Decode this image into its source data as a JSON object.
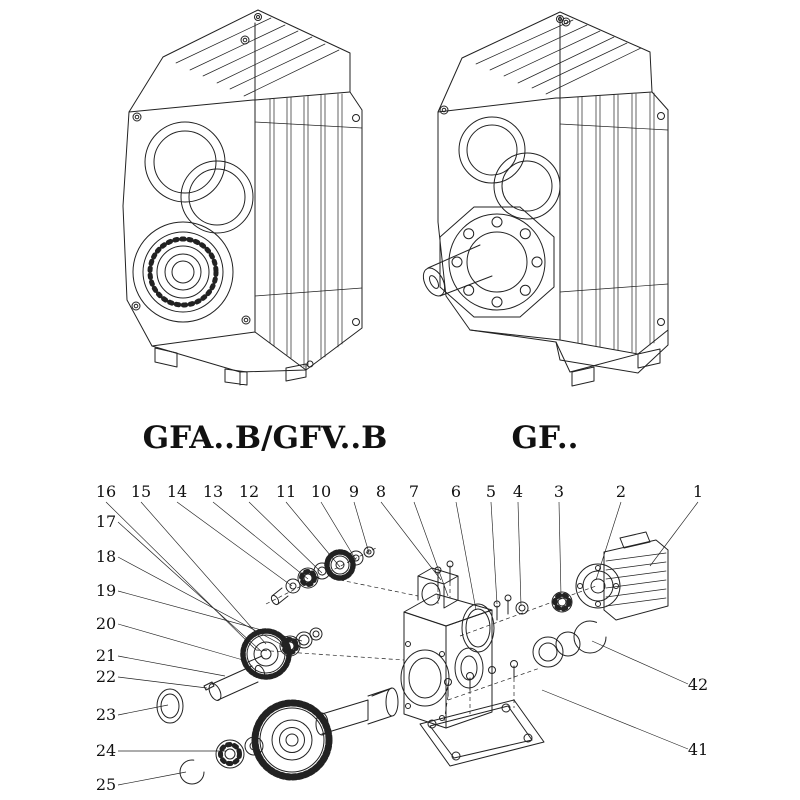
{
  "colors": {
    "background": "#ffffff",
    "line": "#222222",
    "text": "#111111"
  },
  "figures": {
    "left": {
      "label": "GFA..B/GFV..B"
    },
    "right": {
      "label": "GF.."
    }
  },
  "exploded": {
    "top_numbers": [
      "16",
      "15",
      "14",
      "13",
      "12",
      "11",
      "10",
      "9",
      "8",
      "7",
      "6",
      "5",
      "4",
      "3",
      "2",
      "1"
    ],
    "left_numbers": [
      "17",
      "18",
      "19",
      "20",
      "21",
      "22",
      "23",
      "24",
      "25"
    ],
    "right_numbers": [
      "42",
      "41"
    ]
  }
}
